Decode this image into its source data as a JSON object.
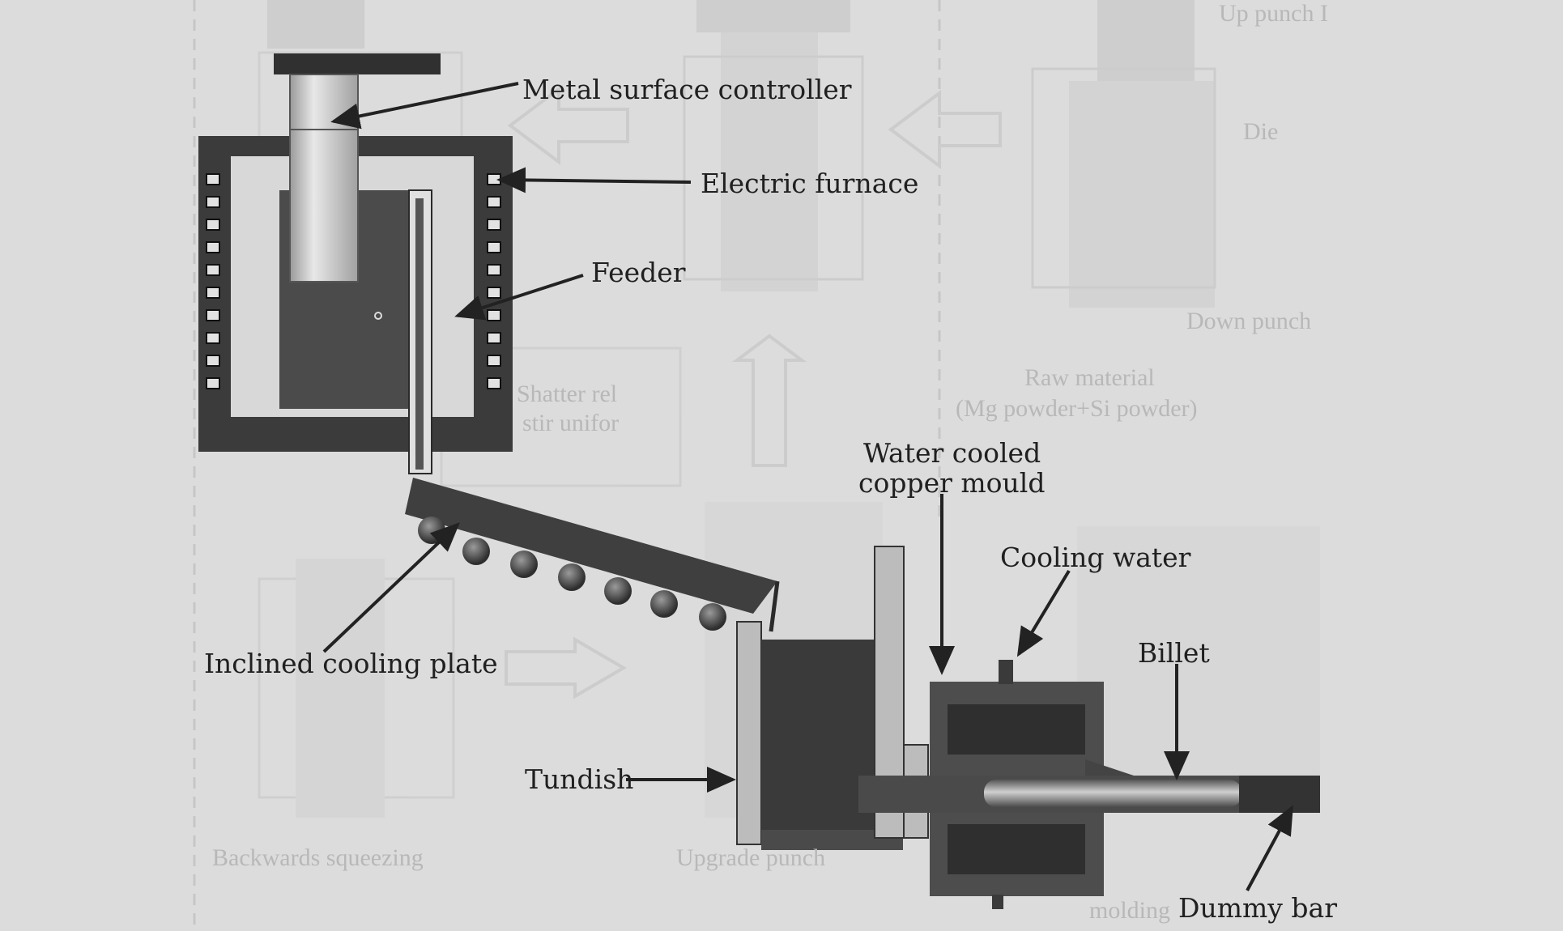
{
  "labels": {
    "metal_surface_controller": "Metal surface controller",
    "electric_furnace": "Electric furnace",
    "feeder": "Feeder",
    "inclined_cooling_plate": "Inclined cooling plate",
    "water_cooled_line1": "Water cooled",
    "water_cooled_line2": "copper mould",
    "cooling_water": "Cooling water",
    "billet": "Billet",
    "tundish": "Tundish",
    "dummy_bar": "Dummy bar"
  },
  "background_labels": {
    "up_punch": "Up punch I",
    "die": "Die",
    "down_punch": "Down punch",
    "raw_material_line1": "Raw material",
    "raw_material_line2": "(Mg powder+Si powder)",
    "shatter_line1": "Shatter rel",
    "shatter_line2": "stir unifor",
    "backwards_squeezing": "Backwards squeezing",
    "upgrade_punch": "Upgrade punch",
    "molding": "molding"
  },
  "colors": {
    "background": "#dcdcdc",
    "dark_metal": "#3a3a3a",
    "mid_metal": "#5a5a5a",
    "light_metal": "#bdbdbd",
    "faded_ghost": "#c6c6c6",
    "text": "#202020"
  }
}
